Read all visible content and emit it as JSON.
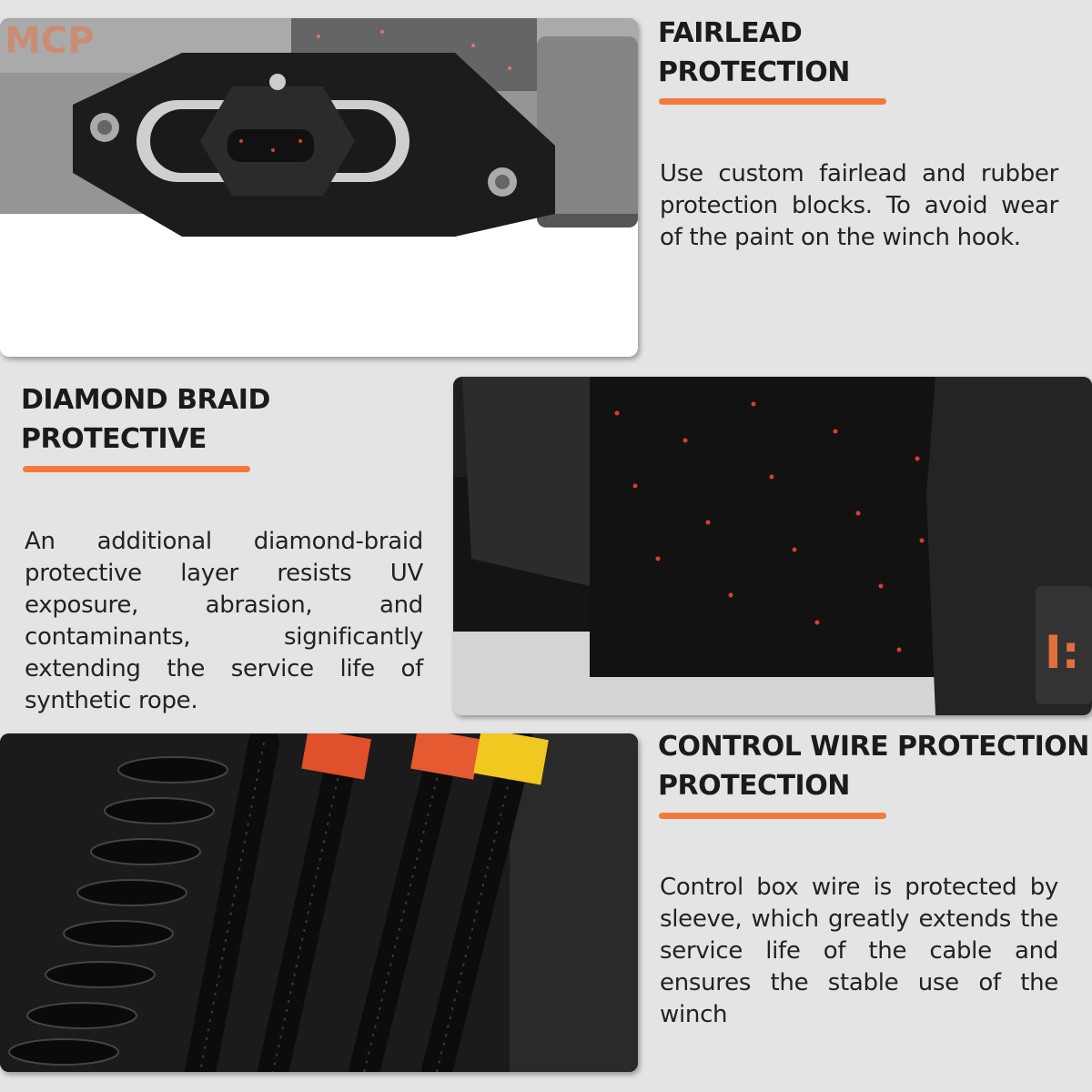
{
  "colors": {
    "accent": "#f47a3a",
    "background": "#e4e4e4"
  },
  "sections": [
    {
      "title_lines": [
        "FAIRLEAD",
        "PROTECTION"
      ],
      "body": "Use custom fairlead and rubber protection blocks. To avoid wear of the paint on the winch hook.",
      "image": "fairlead-photo"
    },
    {
      "title_lines": [
        "DIAMOND BRAID",
        "PROTECTIVE"
      ],
      "body": "An additional diamond-braid protective layer resists UV exposure, abrasion, and contaminants, significantly extending the service life of synthetic rope.",
      "image": "rope-drum-photo"
    },
    {
      "title_lines": [
        "CONTROL WIRE PROTECTION",
        "PROTECTION"
      ],
      "body": "Control box wire is protected by sleeve, which greatly extends the service life of the cable and ensures the stable use of the winch",
      "image": "control-wire-photo"
    }
  ]
}
